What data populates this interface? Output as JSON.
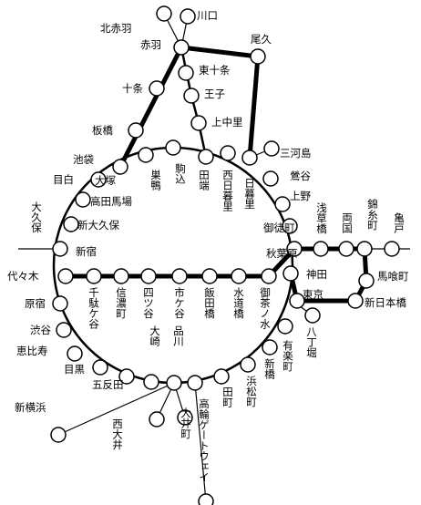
{
  "stations": {
    "kawaguchi": "川口",
    "kitaakabane": "北赤羽",
    "akabane": "赤羽",
    "oku": "尾久",
    "higashi_jujo": "東十条",
    "jujo": "十条",
    "oji": "王子",
    "kami_nakazato": "上中里",
    "itabashi": "板橋",
    "mikawashima": "三河島",
    "ikebukuro": "池袋",
    "otsuka": "大塚",
    "sugamo": "巣鴨",
    "komagome": "駒込",
    "tabata": "田端",
    "nishi_nippori": "西日暮里",
    "uguisudani": "鶯谷",
    "mejiro": "目白",
    "nippori": "日暮里",
    "ueno": "上野",
    "takadanobaba": "高田馬場",
    "okubo": "大久保",
    "shin_okubo": "新大久保",
    "okachimachi": "御徒町",
    "asakusabashi": "浅草橋",
    "ryogoku": "両国",
    "kinshicho": "錦糸町",
    "kameido": "亀戸",
    "shinjuku": "新宿",
    "akihabara": "秋葉原",
    "yoyogi": "代々木",
    "kanda": "神田",
    "bakurocho": "馬喰町",
    "harajuku": "原宿",
    "sendagaya": "千駄ケ谷",
    "shinanomachi": "信濃町",
    "yotsuya": "四ツ谷",
    "ichigaya": "市ケ谷",
    "iidabashi": "飯田橋",
    "suidobashi": "水道橋",
    "ochanomizu": "御茶ノ水",
    "tokyo": "東京",
    "shin_nihombashi": "新日本橋",
    "shibuya": "渋谷",
    "hatchobori": "八丁堀",
    "yurakucho": "有楽町",
    "ebisu": "恵比寿",
    "osaki": "大崎",
    "shinagawa": "品川",
    "shimbashi": "新橋",
    "meguro": "目黒",
    "hamamatsucho": "浜松町",
    "gotanda": "五反田",
    "tamachi": "田町",
    "shin_yokohama": "新横浜",
    "nishi_oi": "西大井",
    "oimachi": "大井町",
    "takanawa_gateway": "高輪ゲートウェイ"
  }
}
